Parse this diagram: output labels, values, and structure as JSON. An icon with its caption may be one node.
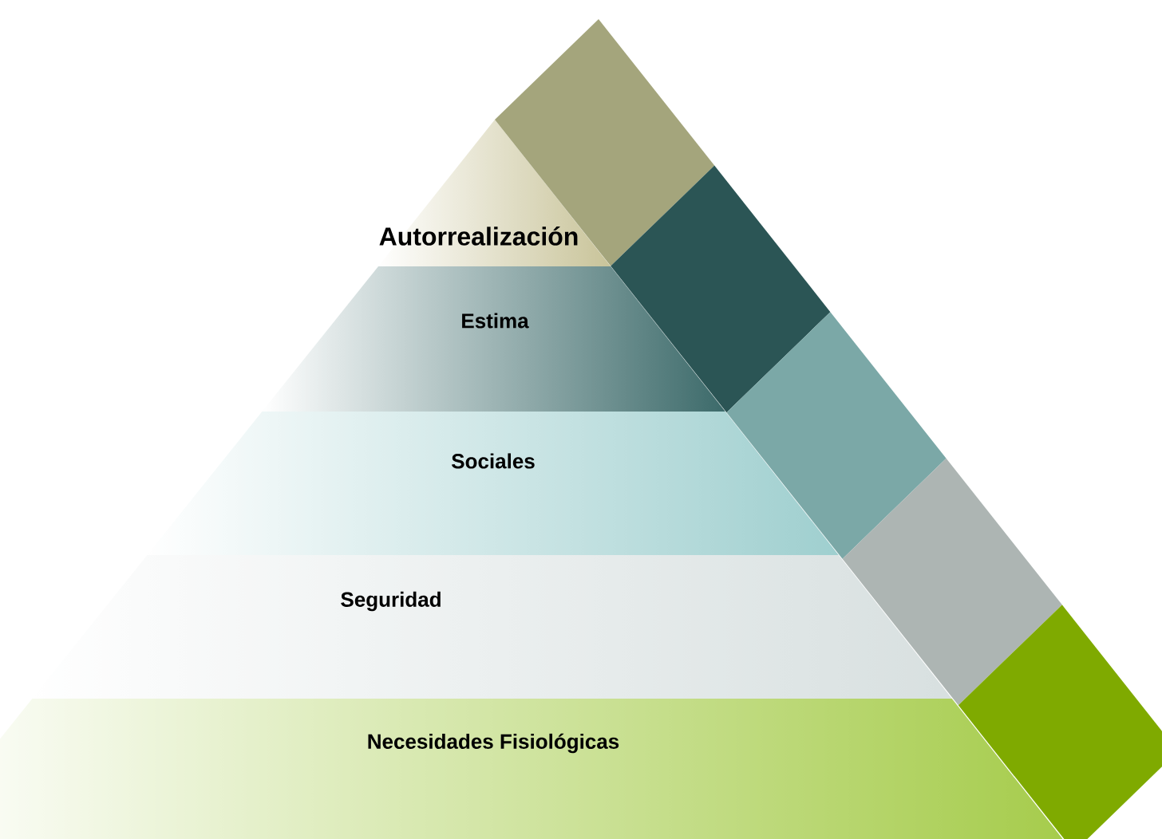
{
  "diagram": {
    "nodes": [
      {
        "text": [
          "Autorrealización"
        ]
      },
      {
        "text": [
          "Estima"
        ]
      },
      {
        "text": [
          "Sociales"
        ]
      },
      {
        "text": [
          "Seguridad"
        ]
      },
      {
        "text": [
          "Necesidades Fisiológicas"
        ]
      },
      {
        "text": [],
        "shape": "box"
      },
      {
        "text": [],
        "shape": "box"
      },
      {
        "text": [],
        "shape": "box"
      },
      {
        "text": [],
        "shape": "box"
      },
      {
        "text": [],
        "shape": "box"
      }
    ]
  }
}
